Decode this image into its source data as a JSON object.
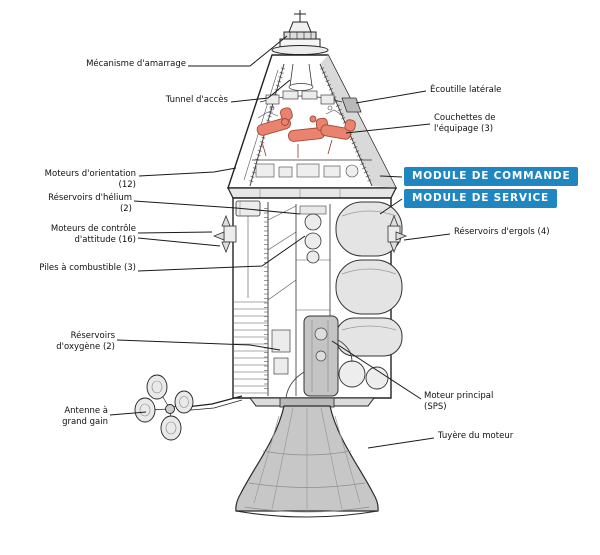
{
  "colors": {
    "highlight": "#E9826F",
    "callout_bg": "#1F86C0",
    "callout_text": "#FFFFFF",
    "line": "#1A1A1A"
  },
  "callouts": {
    "docking": "Mécanisme d'amarrage",
    "tunnel": "Tunnel d'accès",
    "cm_rcs": "Moteurs d'orientation (12)",
    "helium": "Réservoirs d'hélium (2)",
    "sm_rcs": "Moteurs de contrôle d'attitude (16)",
    "fuel_cells": "Piles à combustible (3)",
    "oxygen": "Réservoirs d'oxygène (2)",
    "antenna": "Antenne à grand gain",
    "hatch": "Écoutille latérale",
    "couches": "Couchettes de l'équipage (3)",
    "command_module": "MODULE DE COMMANDE",
    "service_module": "MODULE DE SERVICE",
    "propellant": "Réservoirs d'ergols (4)",
    "sps": "Moteur principal (SPS)",
    "nozzle": "Tuyère du moteur"
  }
}
